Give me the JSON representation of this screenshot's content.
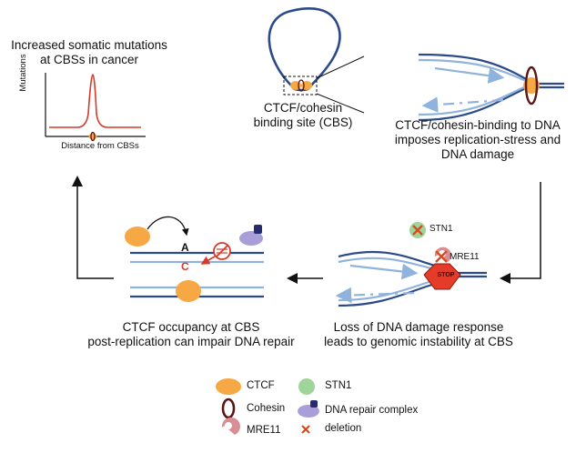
{
  "panels": {
    "top_left": {
      "title_line1": "Increased somatic mutations",
      "title_line2": "at CBSs in cancer",
      "y_axis_label": "Mutations",
      "x_axis_label": "Distance from CBSs"
    },
    "top_center": {
      "caption_line1": "CTCF/cohesin",
      "caption_line2": "binding site (CBS)"
    },
    "top_right": {
      "caption_line1": "CTCF/cohesin-binding to DNA",
      "caption_line2": "imposes replication-stress and",
      "caption_line3": "DNA damage"
    },
    "bottom_right": {
      "stn1_label": "STN1",
      "mre11_label": "MRE11",
      "stop_label": "STOP",
      "caption_line1": "Loss of DNA damage response",
      "caption_line2": "leads to genomic instability at CBS"
    },
    "bottom_left": {
      "base_a": "A",
      "base_c": "C",
      "caption_line1": "CTCF occupancy at CBS",
      "caption_line2": "post-replication can impair DNA repair"
    }
  },
  "legend": {
    "ctcf": "CTCF",
    "cohesin": "Cohesin",
    "mre11": "MRE11",
    "stn1": "STN1",
    "dna_repair_complex": "DNA repair complex",
    "deletion": "deletion"
  },
  "colors": {
    "ctcf": "#f5a843",
    "cohesin": "#5a1515",
    "dna": "#2c4a8a",
    "dna_light": "#8fb3dd",
    "stop": "#e53c2a",
    "mutation_curve": "#d63a2a",
    "stn1": "#9fd49a",
    "mre11": "#d98e93",
    "repair_complex": "#a99ed8",
    "deletion": "#d84b20"
  }
}
